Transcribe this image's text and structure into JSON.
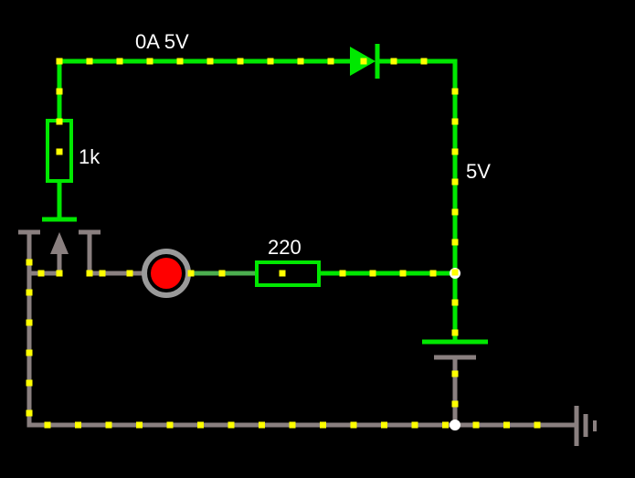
{
  "labels": {
    "top_wire": "0A 5V",
    "resistor_1k": "1k",
    "right_wire": "5V",
    "resistor_220": "220"
  },
  "colors": {
    "background": "#000000",
    "active_wire": "#00e800",
    "inactive_wire": "#8a8080",
    "current_dot": "#ffff00",
    "led_fill": "#ff0000",
    "led_ring": "#9a9a9a",
    "node": "#ffffff",
    "label": "#ffffff"
  },
  "components": {
    "diode": "diode-icon",
    "resistor": "resistor-icon",
    "led": "led-icon",
    "battery": "battery-icon",
    "transistor": "transistor-icon",
    "ground": "ground-icon"
  }
}
